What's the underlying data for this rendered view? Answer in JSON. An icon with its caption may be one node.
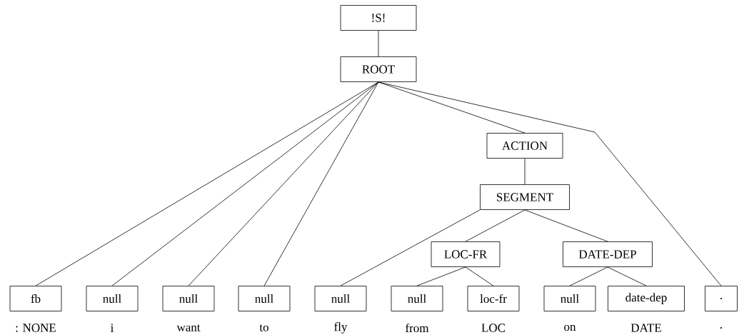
{
  "diagram": {
    "nodes": [
      {
        "text": [
          "!S!"
        ]
      },
      {
        "text": [
          "ROOT"
        ]
      },
      {
        "text": [
          "ACTION"
        ]
      },
      {
        "text": [
          "SEGMENT"
        ]
      },
      {
        "text": [
          "LOC-FR"
        ]
      },
      {
        "text": [
          "DATE-DEP"
        ]
      },
      {
        "text": [
          "fb"
        ],
        "beside": [
          ": NONE"
        ]
      },
      {
        "text": [
          "null"
        ],
        "beside": [
          "i"
        ]
      },
      {
        "text": [
          "null"
        ],
        "beside": [
          "want"
        ]
      },
      {
        "text": [
          "null"
        ],
        "beside": [
          "to"
        ]
      },
      {
        "text": [
          "null"
        ],
        "beside": [
          "fly"
        ]
      },
      {
        "text": [
          "null"
        ],
        "beside": [
          "from"
        ]
      },
      {
        "text": [
          "loc-fr"
        ],
        "beside": [
          "LOC"
        ]
      },
      {
        "text": [
          "null"
        ],
        "beside": [
          "on"
        ]
      },
      {
        "text": [
          "date-dep"
        ],
        "beside": [
          "DATE"
        ]
      },
      {
        "text": [
          "."
        ],
        "beside": [
          "."
        ]
      }
    ],
    "edges": [
      {
        "from": 0,
        "to": 1,
        "arrow": "none"
      },
      {
        "from": 1,
        "to": 6,
        "arrow": "none"
      },
      {
        "from": 1,
        "to": 7,
        "arrow": "none"
      },
      {
        "from": 1,
        "to": 8,
        "arrow": "none"
      },
      {
        "from": 1,
        "to": 9,
        "arrow": "none"
      },
      {
        "from": 1,
        "to": 2,
        "arrow": "none"
      },
      {
        "from": 1,
        "to": 15,
        "arrow": "none"
      },
      {
        "from": 2,
        "to": 3,
        "arrow": "none"
      },
      {
        "from": 3,
        "to": 10,
        "arrow": "none"
      },
      {
        "from": 3,
        "to": 4,
        "arrow": "none"
      },
      {
        "from": 3,
        "to": 5,
        "arrow": "none"
      },
      {
        "from": 4,
        "to": 11,
        "arrow": "none"
      },
      {
        "from": 4,
        "to": 12,
        "arrow": "none"
      },
      {
        "from": 5,
        "to": 13,
        "arrow": "none"
      },
      {
        "from": 5,
        "to": 14,
        "arrow": "none"
      }
    ]
  }
}
